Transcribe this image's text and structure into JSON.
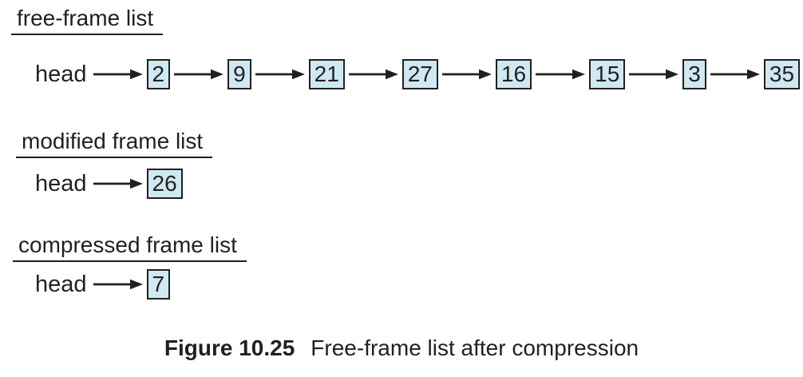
{
  "colors": {
    "ink": "#231f20",
    "box_fill": "#cfe9f3",
    "bg": "#ffffff"
  },
  "icons": {
    "arrow_right": "→"
  },
  "lists": [
    {
      "title": "free-frame list",
      "head_label": "head",
      "nodes": [
        "2",
        "9",
        "21",
        "27",
        "16",
        "15",
        "3",
        "35"
      ]
    },
    {
      "title": "modified frame list",
      "head_label": "head",
      "nodes": [
        "26"
      ]
    },
    {
      "title": "compressed frame list",
      "head_label": "head",
      "nodes": [
        "7"
      ]
    }
  ],
  "caption": {
    "label": "Figure 10.25",
    "text": "Free-frame list after compression"
  }
}
